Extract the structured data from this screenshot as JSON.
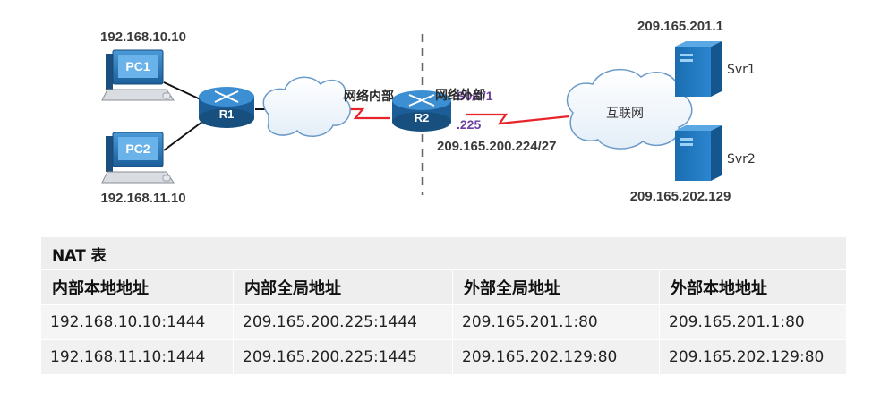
{
  "pc1": {
    "name": "PC1",
    "ip": "192.168.10.10"
  },
  "pc2": {
    "name": "PC2",
    "ip": "192.168.11.10"
  },
  "r1": {
    "name": "R1"
  },
  "r2": {
    "name": "R2",
    "serial": "S0/0/1",
    "host": ".225",
    "network": "209.165.200.224/27"
  },
  "zones": {
    "inside": "网络内部",
    "outside": "网络外部"
  },
  "internet": {
    "label": "互联网"
  },
  "svr1": {
    "name": "Svr1",
    "ip": "209.165.201.1"
  },
  "svr2": {
    "name": "Svr2",
    "ip": "209.165.202.129"
  },
  "colors": {
    "device_blue": "#1f74b8",
    "link_red": "#e8242b",
    "label_purple": "#6b3fa0"
  },
  "nat_table": {
    "title": "NAT 表",
    "headers": [
      "内部本地地址",
      "内部全局地址",
      "外部全局地址",
      "外部本地地址"
    ],
    "rows": [
      [
        "192.168.10.10:1444",
        "209.165.200.225:1444",
        "209.165.201.1:80",
        "209.165.201.1:80"
      ],
      [
        "192.168.11.10:1444",
        "209.165.200.225:1445",
        "209.165.202.129:80",
        "209.165.202.129:80"
      ]
    ]
  }
}
